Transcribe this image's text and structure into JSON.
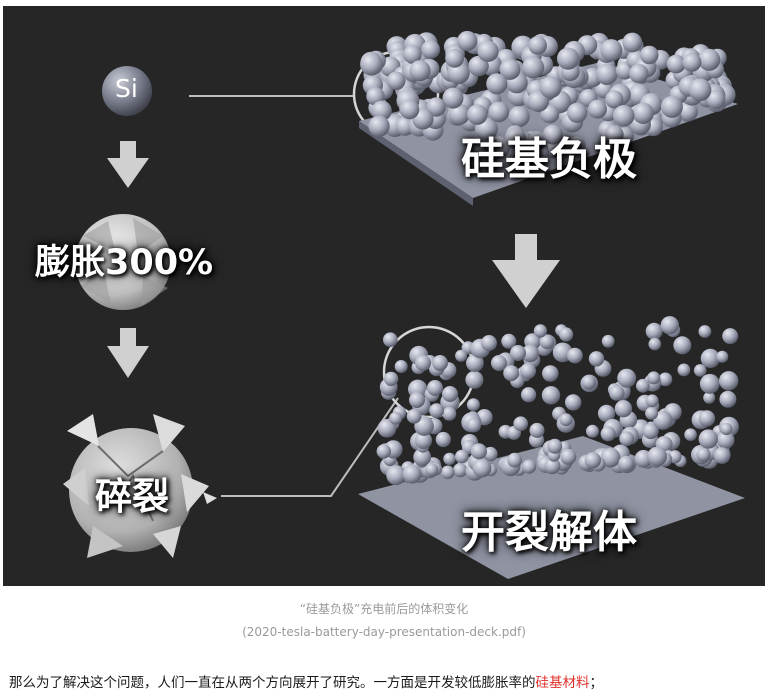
{
  "figure": {
    "si_label": "Si",
    "label_expansion": "膨胀300%",
    "label_fracture": "碎裂",
    "label_anode": "硅基负极",
    "label_disintegrate": "开裂解体",
    "colors": {
      "background": "#262626",
      "sphere": "#a9acbc",
      "arrow": "#d0d0d0"
    }
  },
  "caption": {
    "line1": "“硅基负极”充电前后的体积变化",
    "line2": "(2020-tesla-battery-day-presentation-deck.pdf)"
  },
  "paragraph": {
    "text_before": "那么为了解决这个问题，人们一直在从两个方向展开了研究。一方面是开发较低膨胀率的",
    "highlight": "硅基材料",
    "text_after": "；",
    "highlight_color": "#e0312b"
  }
}
